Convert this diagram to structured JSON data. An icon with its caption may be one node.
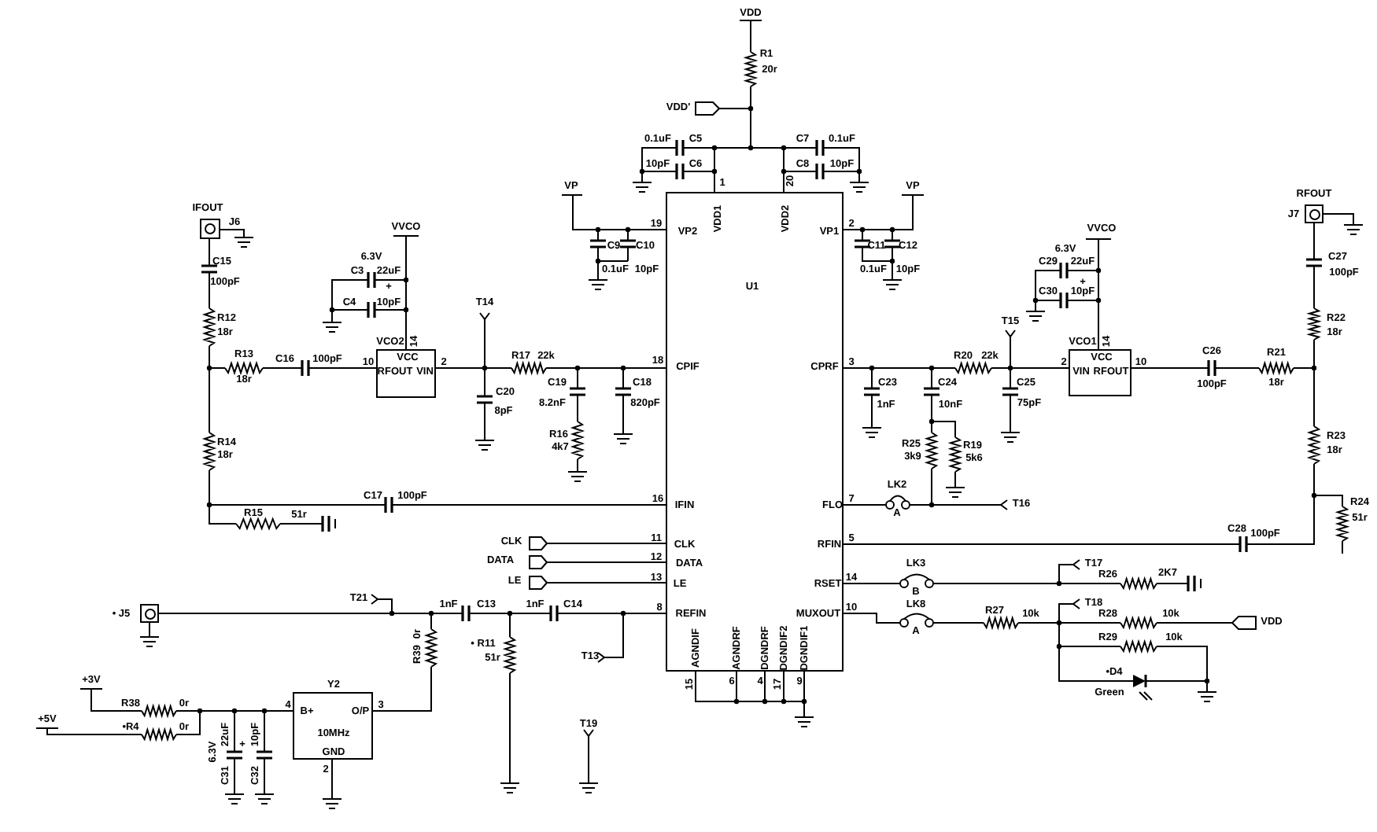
{
  "diagram": {
    "nodes": [
      {
        "text": [
          "VDD1",
          "VDD2",
          "VP2",
          "VP1",
          "U1",
          "CPIF",
          "CPRF",
          "IFIN",
          "FLO",
          "CLK",
          "RFIN",
          "DATA",
          "RSET",
          "LE",
          "REFIN",
          "MUXOUT",
          "AGNDIF",
          "AGNDRF",
          "DGNDRF",
          "DGNDIF2",
          "DGNDIF1"
        ],
        "beside": [
          "1",
          "20",
          "19",
          "2",
          "18",
          "3",
          "16",
          "7",
          "11",
          "5",
          "12",
          "14",
          "13",
          "8",
          "10",
          "15",
          "6",
          "4",
          "17",
          "9"
        ]
      },
      {
        "text": [
          "VCO2",
          "VCC",
          "RFOUT",
          "VIN"
        ],
        "beside": [
          "14",
          "10",
          "2"
        ]
      },
      {
        "text": [
          "VCO1",
          "VCC",
          "VIN",
          "RFOUT"
        ],
        "beside": [
          "14",
          "2",
          "10"
        ]
      },
      {
        "text": [
          "Y2",
          "B+",
          "O/P",
          "10MHz",
          "GND"
        ],
        "beside": [
          "4",
          "3",
          "2"
        ]
      },
      {
        "text": [
          "IFOUT",
          "J6"
        ]
      },
      {
        "text": [
          "RFOUT",
          "J7"
        ]
      },
      {
        "text": [
          "• J5"
        ]
      },
      {
        "text": [
          "CLK"
        ]
      },
      {
        "text": [
          "DATA"
        ]
      },
      {
        "text": [
          "LE"
        ]
      }
    ],
    "edges": [
      {
        "from": 7,
        "to": 0,
        "arrow": "none"
      },
      {
        "from": 8,
        "to": 0,
        "arrow": "none"
      },
      {
        "from": 9,
        "to": 0,
        "arrow": "none"
      }
    ],
    "labels": [
      "VDD",
      "R1",
      "20r",
      "VDD'",
      "0.1uF",
      "C5",
      "10pF",
      "C6",
      "C7",
      "0.1uF",
      "C8",
      "10pF",
      "VP",
      "C9",
      "C10",
      "0.1uF",
      "10pF",
      "VP",
      "C11",
      "C12",
      "0.1uF",
      "10pF",
      "VVCO",
      "6.3V",
      "C3",
      "22uF",
      "+",
      "C4",
      "10pF",
      "C15",
      "100pF",
      "R12",
      "18r",
      "R13",
      "18r",
      "C16",
      "100pF",
      "T14",
      "R17",
      "22k",
      "C19",
      "C18",
      "C20",
      "8.2nF",
      "820pF",
      "8pF",
      "R16",
      "4k7",
      "R14",
      "18r",
      "C17",
      "100pF",
      "R15",
      "51r",
      "C23",
      "C24",
      "1nF",
      "10nF",
      "R20",
      "22k",
      "T15",
      "C25",
      "75pF",
      "R25",
      "3k9",
      "R19",
      "5k6",
      "LK2",
      "A",
      "T16",
      "VVCO",
      "6.3V",
      "C29",
      "22uF",
      "+",
      "C30",
      "10pF",
      "C26",
      "100pF",
      "R21",
      "18r",
      "C27",
      "100pF",
      "R22",
      "18r",
      "R23",
      "18r",
      "R24",
      "51r",
      "C28",
      "100pF",
      "LK3",
      "B",
      "T17",
      "R26",
      "2K7",
      "LK8",
      "A",
      "R27",
      "10k",
      "T18",
      "R28",
      "10k",
      "VDD",
      "R29",
      "10k",
      "•D4",
      "Green",
      "T21",
      "1nF",
      "C13",
      "1nF",
      "C14",
      "0r",
      "R39",
      "• R11",
      "51r",
      "T13",
      "T19",
      "+3V",
      "+5V",
      "R38",
      "0r",
      "•R4",
      "0r",
      "22uF",
      "+",
      "6.3V",
      "C31",
      "10pF",
      "C32"
    ]
  }
}
